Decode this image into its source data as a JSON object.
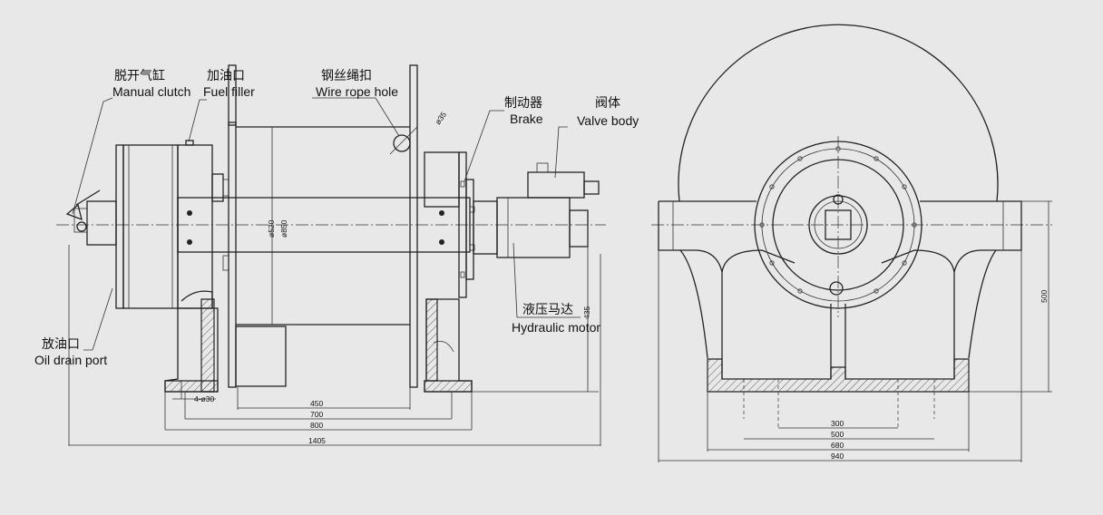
{
  "labels": {
    "manual_clutch_cn": "脱开气缸",
    "manual_clutch_en": "Manual clutch",
    "fuel_filler_cn": "加油口",
    "fuel_filler_en": "Fuel filler",
    "wire_rope_hole_cn": "钢丝绳扣",
    "wire_rope_hole_en": "Wire rope hole",
    "brake_cn": "制动器",
    "brake_en": "Brake",
    "valve_body_cn": "阀体",
    "valve_body_en": "Valve body",
    "hydraulic_motor_cn": "液压马达",
    "hydraulic_motor_en": "Hydraulic motor",
    "oil_drain_cn": "放油口",
    "oil_drain_en": "Oil drain port"
  },
  "dimensions": {
    "d450": "450",
    "d700": "700",
    "d800": "800",
    "d1405": "1405",
    "d435": "435",
    "d300": "300",
    "d500w": "500",
    "d680": "680",
    "d940": "940",
    "d500h": "500",
    "phi520": "ø520",
    "phi850": "ø850",
    "phi35": "ø35",
    "holes": "4-ø30"
  }
}
